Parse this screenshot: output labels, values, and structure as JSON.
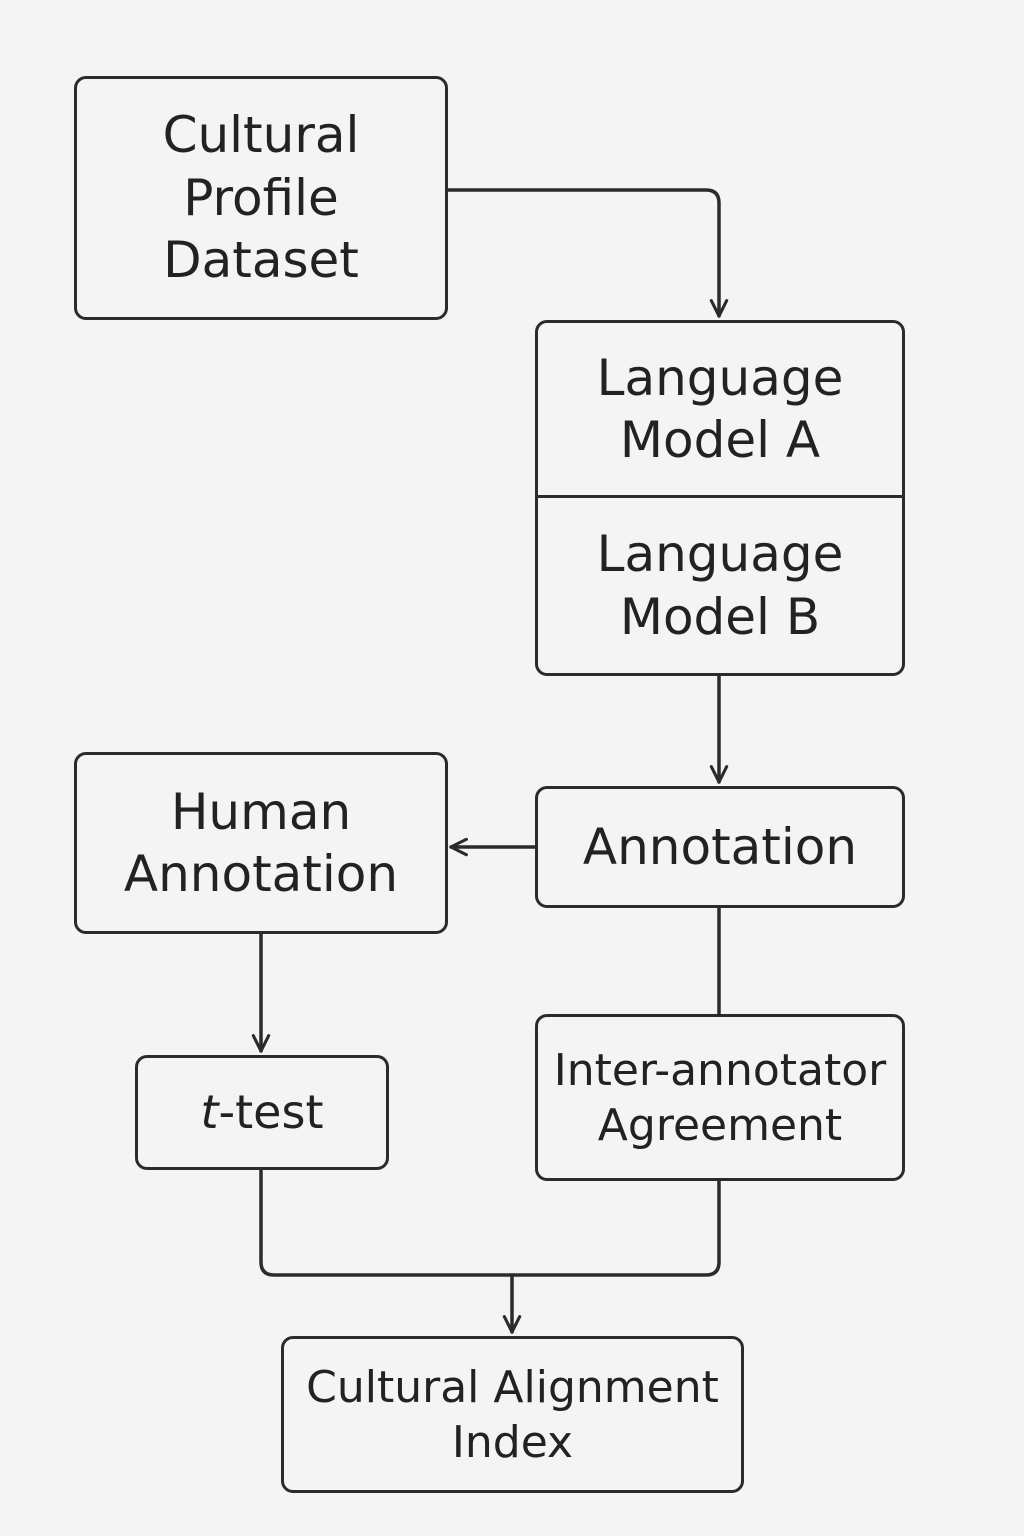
{
  "nodes": {
    "dataset": {
      "label": "Cultural\nProfile\nDataset"
    },
    "model_a": {
      "label": "Language\nModel A"
    },
    "model_b": {
      "label": "Language\nModel B"
    },
    "annotation": {
      "label": "Annotation"
    },
    "human_annotation": {
      "label": "Human\nAnnotation"
    },
    "ttest": {
      "var": "t",
      "rest": "-test"
    },
    "agreement": {
      "label": "Inter-annotator\nAgreement"
    },
    "index": {
      "label": "Cultural Alignment\nIndex"
    }
  },
  "edges": [
    {
      "from": "dataset",
      "to": "language-models",
      "arrow": true
    },
    {
      "from": "language-models",
      "to": "annotation",
      "arrow": true
    },
    {
      "from": "annotation",
      "to": "human_annotation",
      "arrow": true
    },
    {
      "from": "annotation",
      "to": "agreement",
      "arrow": false
    },
    {
      "from": "human_annotation",
      "to": "ttest",
      "arrow": true
    },
    {
      "from": "ttest",
      "to": "index",
      "arrow": true
    },
    {
      "from": "agreement",
      "to": "index",
      "arrow": true
    }
  ],
  "colors": {
    "stroke": "#2b2b2b",
    "text": "#222222",
    "background": "#f4f4f4"
  }
}
